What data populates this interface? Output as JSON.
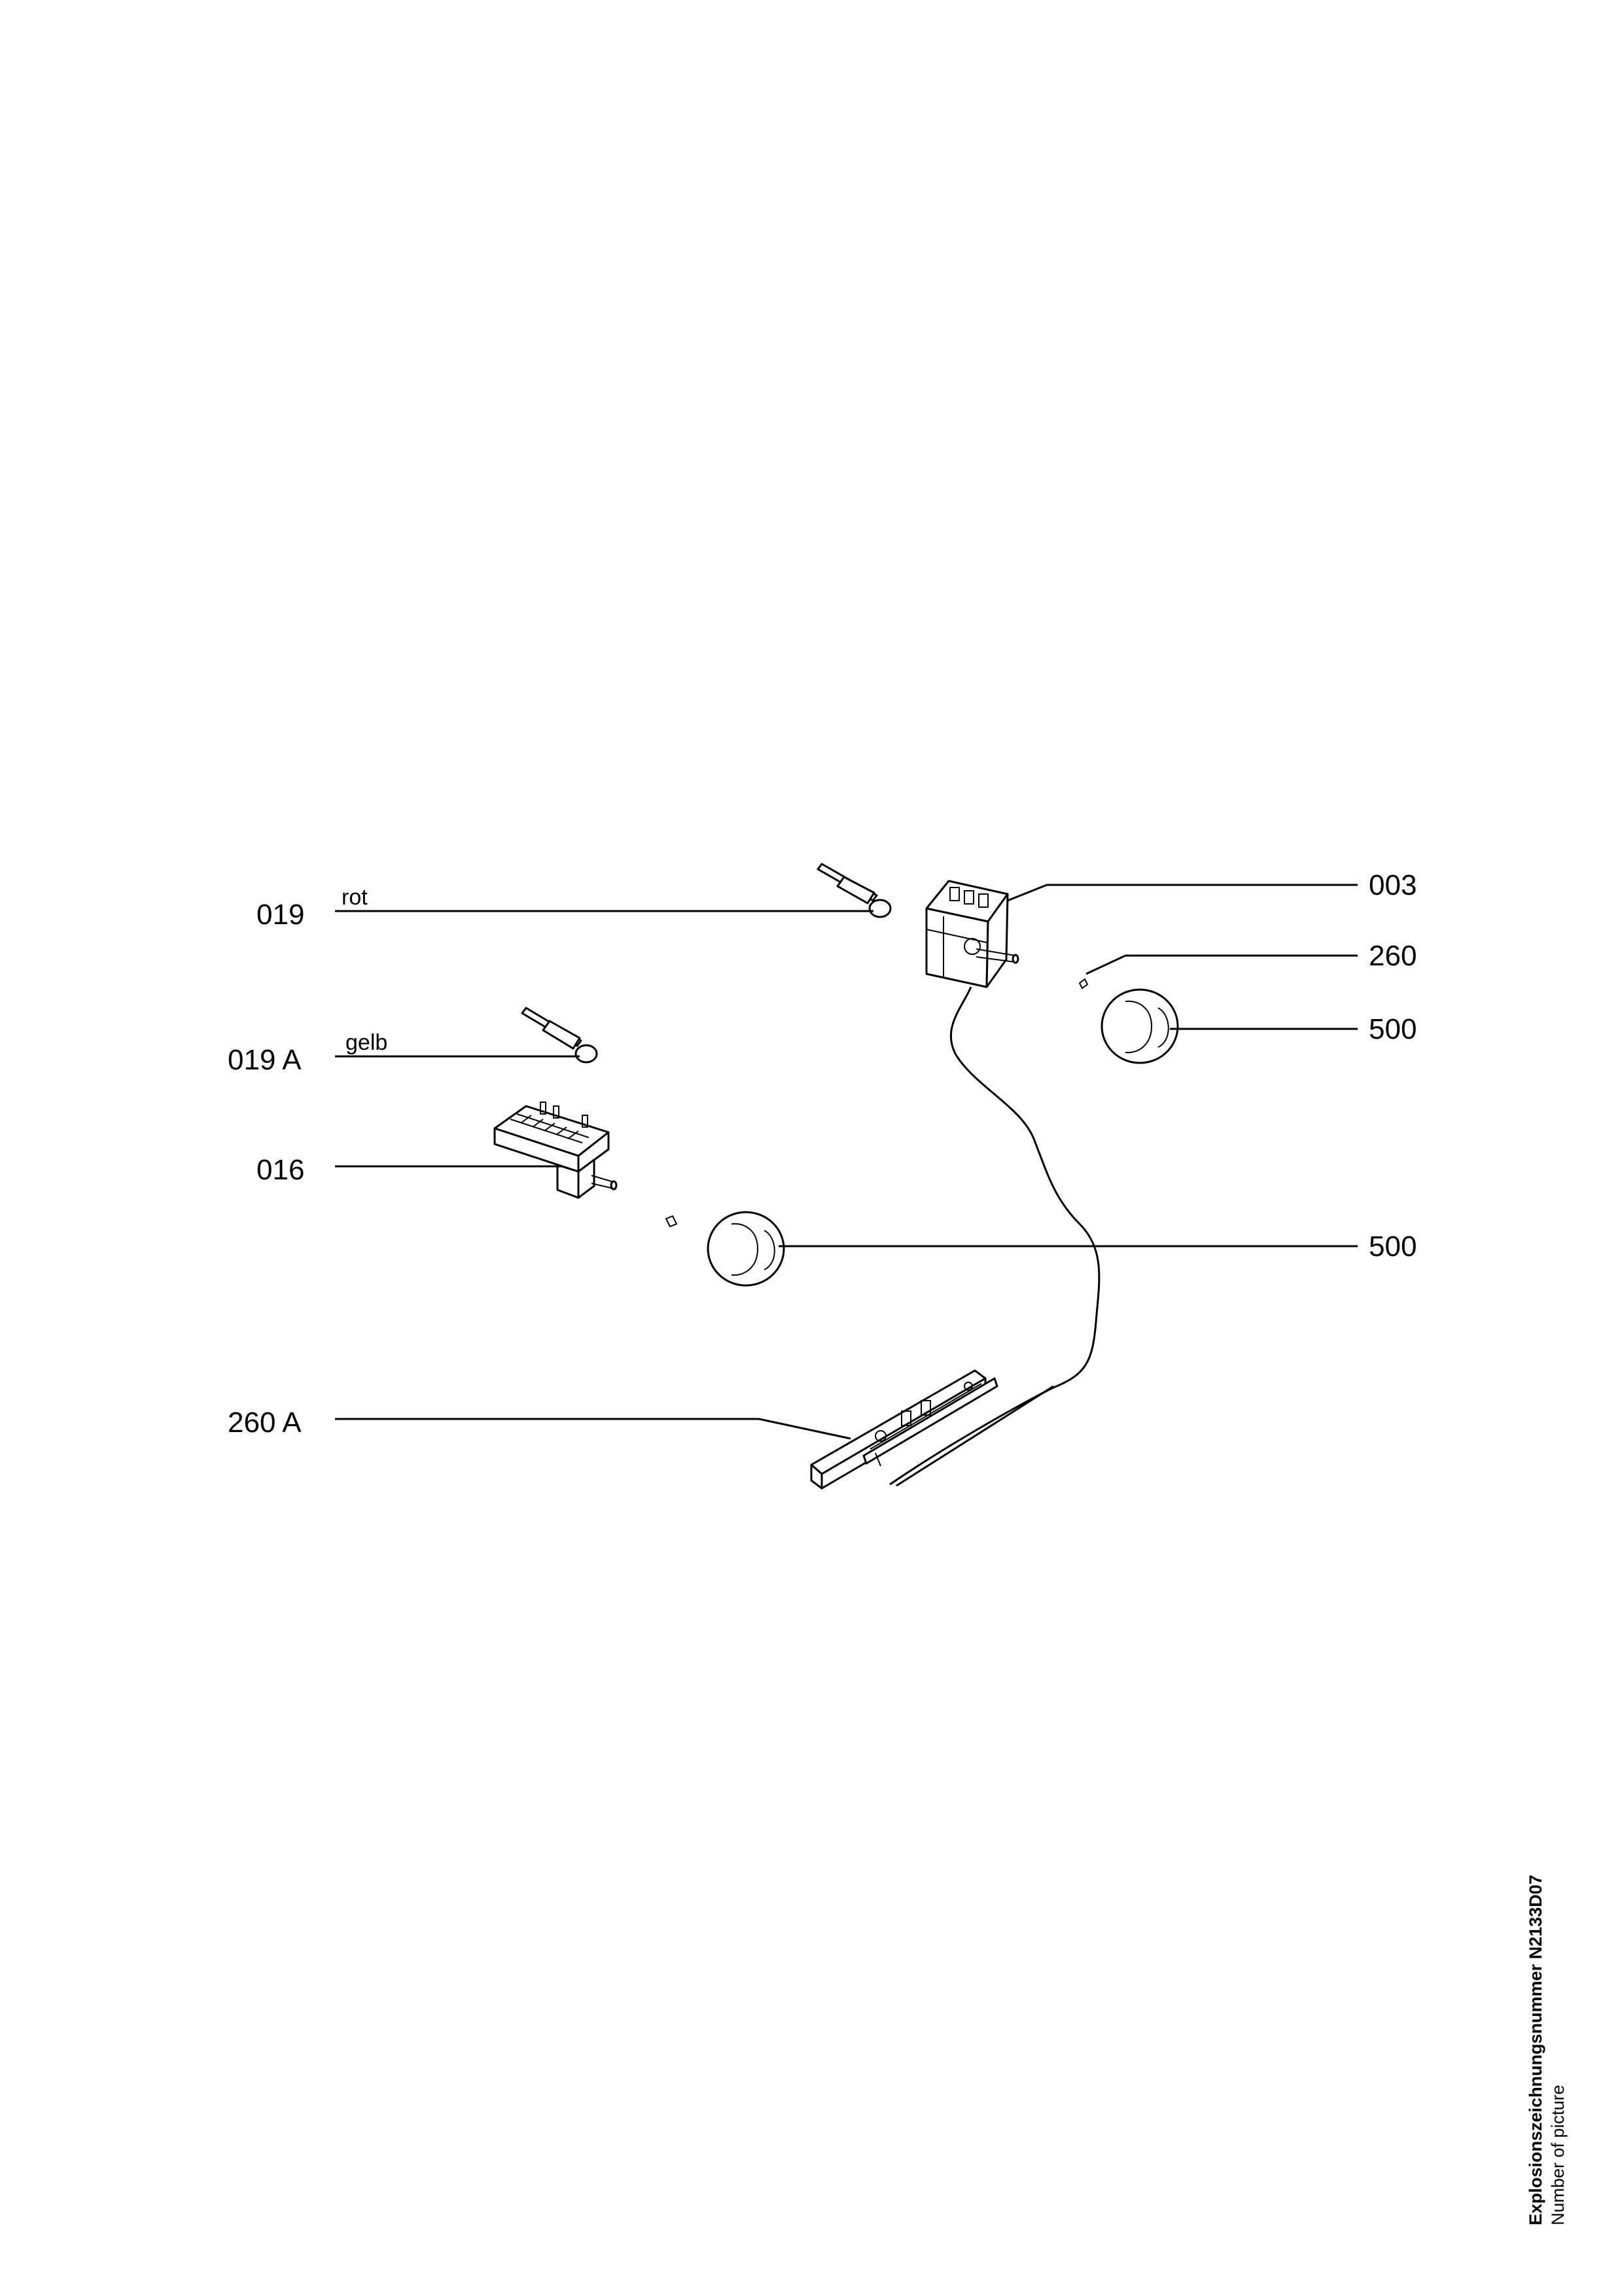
{
  "callouts": {
    "c003": "003",
    "c260": "260",
    "c500_right": "500",
    "c019": "019",
    "c019_note": "rot",
    "c019a": "019 A",
    "c019a_note": "gelb",
    "c016": "016",
    "c500_lower": "500",
    "c260a": "260 A"
  },
  "footer": {
    "picture_number": "Explosionszeichnungsnummer N2133D07",
    "caption": "Number of picture"
  },
  "parts": {
    "thermostat": "thermostat-icon",
    "indicator_lamp_red": "indicator-lamp-icon",
    "indicator_lamp_yellow": "indicator-lamp-icon",
    "selector_switch": "rotary-switch-icon",
    "knob": "control-knob-icon",
    "clip": "clip-icon",
    "bracket": "mounting-bracket-icon"
  }
}
